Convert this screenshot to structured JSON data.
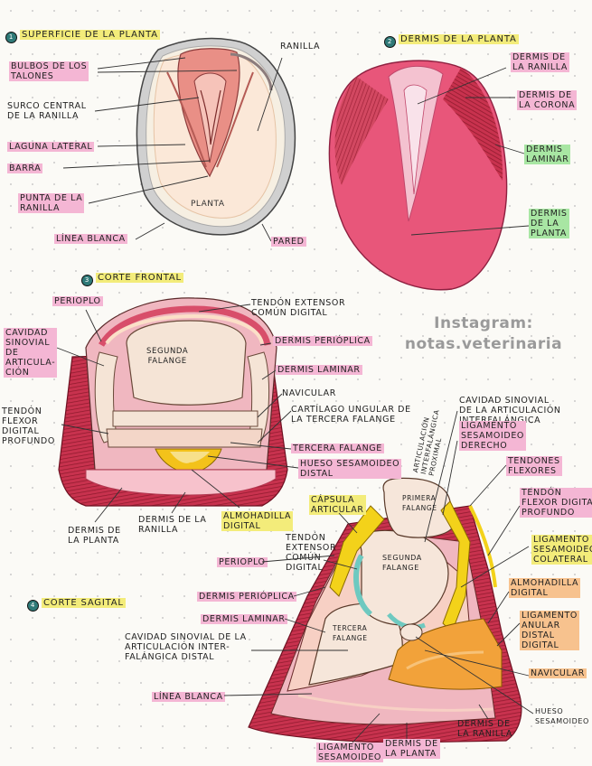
{
  "titles": {
    "planta": "SUPERFICIE DE LA PLANTA",
    "dermis_planta": "DERMIS DE LA PLANTA",
    "frontal": "CORTE FRONTAL",
    "sagital": "CORTE SAGITAL"
  },
  "watermark": {
    "line1": "Instagram:",
    "line2": "notas.veterinaria"
  },
  "planta_labels": {
    "bulbos": "BULBOS DE LOS\nTALONES",
    "surco": "SURCO CENTRAL\nDE LA RANILLA",
    "laguna": "LAGUNA LATERAL",
    "barra": "BARRA",
    "punta": "PUNTA DE LA\nRANILLA",
    "linea": "LÍNEA BLANCA",
    "ranilla": "RANILLA",
    "planta": "PLANTA",
    "pared": "PARED"
  },
  "dermis_labels": {
    "ranilla": "DERMIS DE\nLA RANILLA",
    "corona": "DERMIS DE\nLA CORONA",
    "laminar": "DERMIS\nLAMINAR",
    "planta": "DERMIS\nDE LA\nPLANTA"
  },
  "frontal_labels": {
    "perioplo": "PERIOPLO",
    "cavidad": "CAVIDAD\nSINOVIAL\nDE\nARTICULA-\nCIÓN",
    "tendon_flexor": "TENDÓN\nFLEXOR\nDIGITAL\nPROFUNDO",
    "dermis_planta": "DERMIS DE\nLA PLANTA",
    "dermis_ranilla": "DERMIS DE LA\nRANILLA",
    "almohadilla": "ALMOHADILLA\nDIGITAL",
    "tendon_extensor": "TENDÓN EXTENSOR\nCOMÚN DIGITAL",
    "dermis_perioplica": "DERMIS PERIÓPLICA",
    "dermis_laminar": "DERMIS LAMINAR",
    "navicular": "NAVICULAR",
    "cartilago": "CARTÍLAGO UNGULAR DE\nLA TERCERA FALANGE",
    "tercera": "TERCERA FALANGE",
    "hueso_ses": "HUESO SESAMOIDEO\nDISTAL",
    "segunda": "SEGUNDA\nFALANGE"
  },
  "sagital_labels": {
    "cavidad_interfal": "CAVIDAD SINOVIAL\nDE LA ARTICULACIÓN\nINTERFALÁNGICA\nDISTAL",
    "ligamento_der": "LIGAMENTO\nSESAMOIDEO\nDERECHO",
    "articulacion_prox": "ARTICULACIÓN\nINTERFALÁNGICA\nPROXIMAL",
    "tendones": "TENDONES\nFLEXORES",
    "capsula": "CÁPSULA\nARTICULAR",
    "primera": "PRIMERA\nFALANGE",
    "tendon_flexor": "TENDÓN\nFLEXOR DIGITAL\nPROFUNDO",
    "tendon_extensor": "TENDÓN\nEXTENSOR\nCOMÚN\nDIGITAL",
    "segunda": "SEGUNDA\nFALANGE",
    "lig_colateral": "LIGAMENTO\nSESAMOIDEO\nCOLATERAL",
    "perioplo": "PERIOPLO",
    "dermis_perioplica": "DERMIS PERIÓPLICA",
    "almohadilla": "ALMOHADILLA\nDIGITAL",
    "dermis_laminar": "DERMIS LAMINAR",
    "lig_anular": "LIGAMENTO\nANULAR\nDISTAL\nDIGITAL",
    "cavidad_distal": "CAVIDAD SINOVIAL DE LA\nARTICULACIÓN INTER-\nFALÁNGICA DISTAL",
    "tercera": "TERCERA\nFALANGE",
    "navicular": "NAVICULAR",
    "linea_blanca": "LÍNEA BLANCA",
    "hueso_ses": "HUESO\nSESAMOIDEO",
    "dermis_ranilla": "DERMIS DE\nLA RANILLA",
    "ligamento_ses": "LIGAMENTO\nSESAMOIDEO",
    "dermis_planta": "DERMIS DE\nLA PLANTA"
  },
  "colors": {
    "dermis_pink": "#e8567a",
    "dark_red": "#b8283e",
    "yellow": "#f3d21a",
    "orange": "#f2a23a",
    "teal": "#6ec9c0"
  }
}
